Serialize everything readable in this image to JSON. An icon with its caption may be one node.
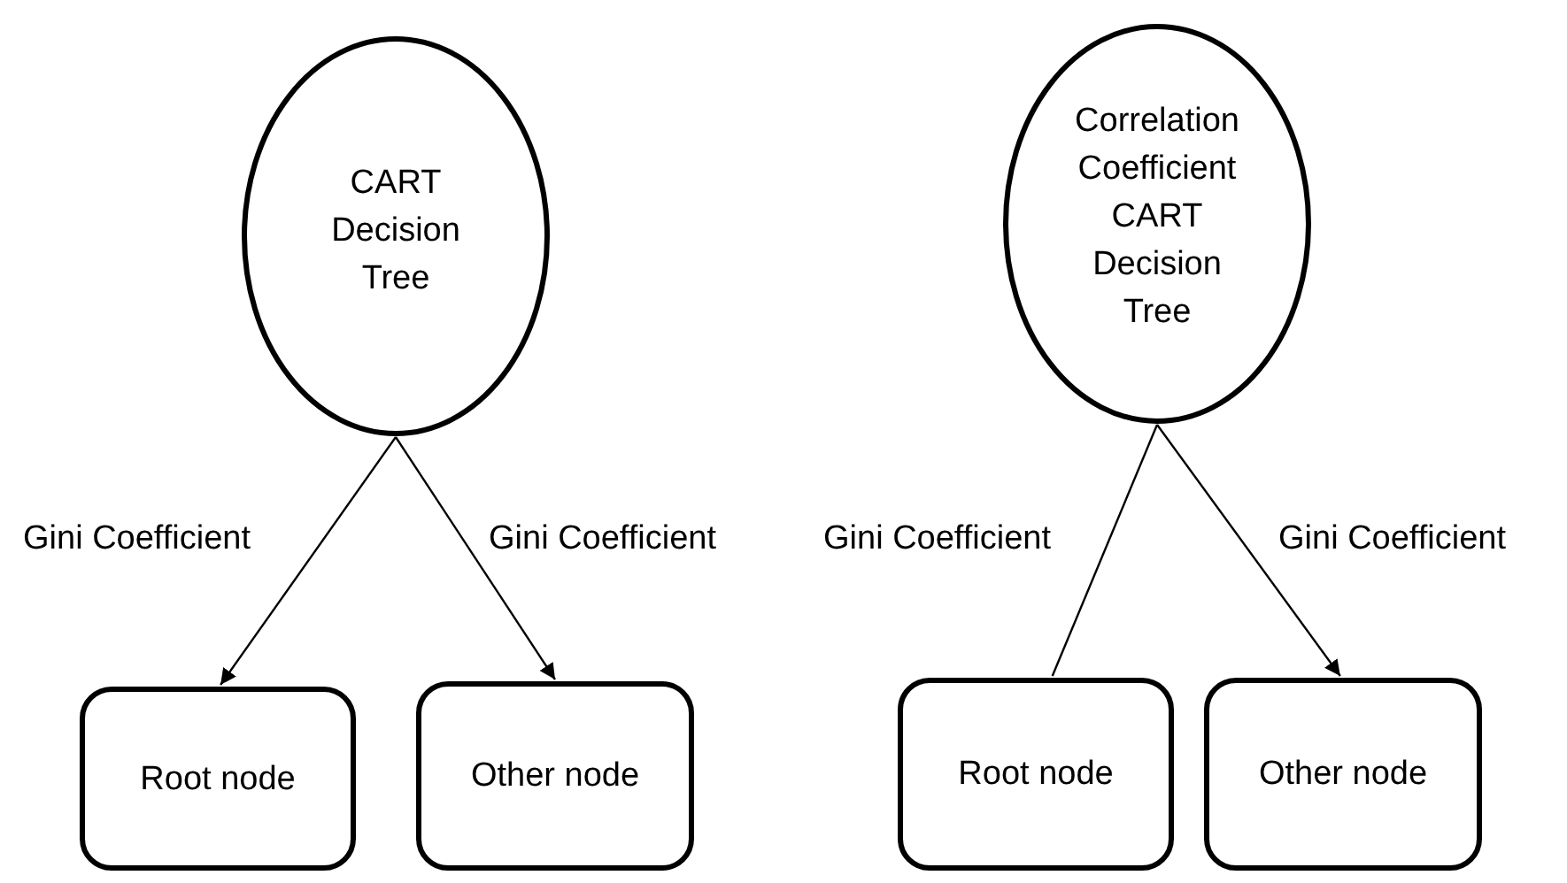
{
  "diagram": {
    "nodes": [
      {
        "text": [
          "CART Decision Tree"
        ]
      },
      {
        "text": [
          "Root node"
        ]
      },
      {
        "text": [
          "Other node"
        ]
      },
      {
        "text": [
          "Correlation Coefficient CART Decision Tree"
        ]
      },
      {
        "text": [
          "Root node"
        ]
      },
      {
        "text": [
          "Other node"
        ]
      }
    ],
    "edges": [
      {
        "from": 0,
        "to": 1,
        "arrow": "to",
        "label": "Gini Coefficient"
      },
      {
        "from": 0,
        "to": 2,
        "arrow": "to",
        "label": "Gini Coefficient"
      },
      {
        "from": 3,
        "to": 4,
        "arrow": "none",
        "label": "Gini Coefficient"
      },
      {
        "from": 3,
        "to": 5,
        "arrow": "to",
        "label": "Gini Coefficient"
      }
    ]
  }
}
